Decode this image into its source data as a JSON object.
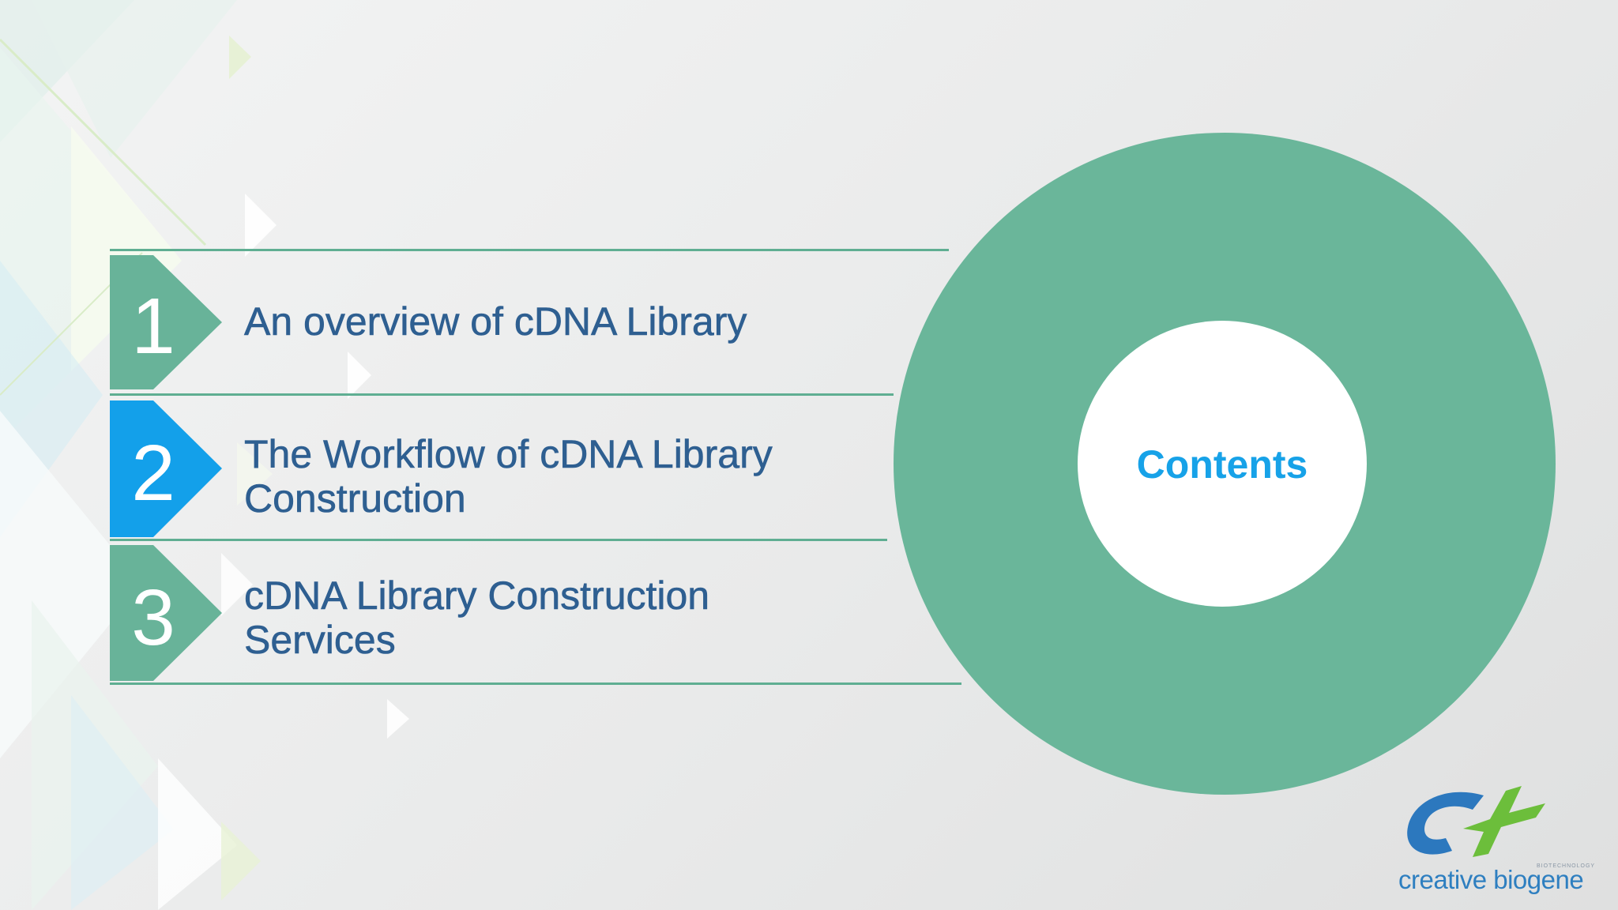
{
  "slide": {
    "items": [
      {
        "number": "1",
        "title": "An overview of cDNA Library",
        "color": "#68b399"
      },
      {
        "number": "2",
        "title": "The Workflow of cDNA Library Construction",
        "color": "#13a0ea"
      },
      {
        "number": "3",
        "title": "cDNA Library Construction Services",
        "color": "#68b399"
      }
    ],
    "center_label": "Contents",
    "accent_green": "#6ab69a",
    "accent_blue": "#17a2e8",
    "text_color": "#2e5f91"
  },
  "logo": {
    "name": "creative biogene",
    "tagline": "BIOTECHNOLOGY"
  }
}
